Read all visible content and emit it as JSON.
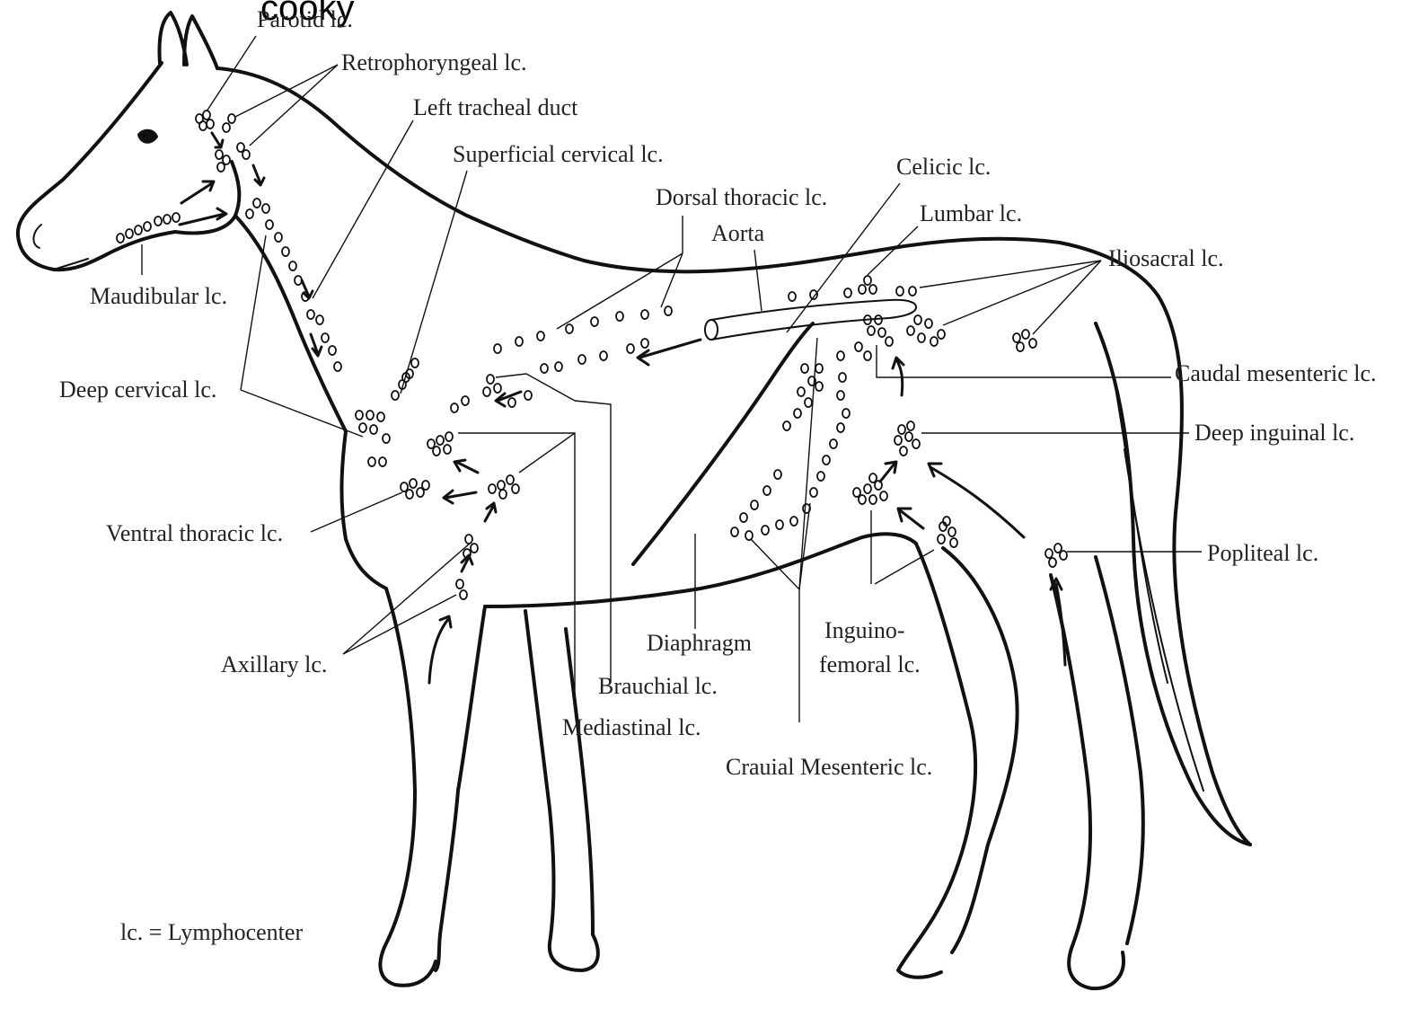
{
  "overlay_text": "cooky",
  "labels": {
    "parotid": "Parotid lc.",
    "retropharyngeal": "Retrophoryngeal lc.",
    "left_tracheal_duct": "Left tracheal duct",
    "superficial_cervical": "Superficial cervical lc.",
    "celiac": "Celicic lc.",
    "dorsal_thoracic": "Dorsal thoracic lc.",
    "lumbar": "Lumbar lc.",
    "aorta": "Aorta",
    "iliosacral": "Iliosacral lc.",
    "mandibular": "Maudibular lc.",
    "caudal_mesenteric": "Caudal mesenteric lc.",
    "deep_cervical": "Deep cervical lc.",
    "deep_inguinal": "Deep inguinal lc.",
    "ventral_thoracic": "Ventral thoracic lc.",
    "popliteal": "Popliteal lc.",
    "axillary": "Axillary lc.",
    "diaphragm": "Diaphragm",
    "inguinofemoral_line1": "Inguino-",
    "inguinofemoral_line2": "femoral lc.",
    "brachial": "Brauchial lc.",
    "mediastinal": "Mediastinal lc.",
    "cranial_mesenteric": "Crauial Mesenteric lc."
  },
  "legend": "lc. = Lymphocenter",
  "colors": {
    "ink": "#111111",
    "background": "#ffffff"
  }
}
